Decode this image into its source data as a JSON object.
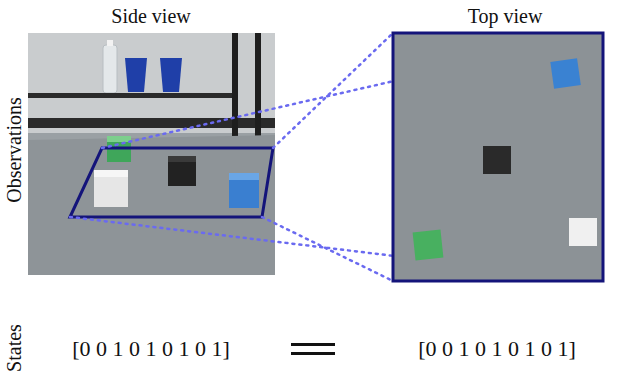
{
  "diagram": {
    "labels": [
      "Side view",
      "Top view",
      "Observations",
      "States",
      "[0 0 1 0 1 0 1 0 1]",
      "[0 0 1 0 1 0 1 0 1]"
    ]
  }
}
